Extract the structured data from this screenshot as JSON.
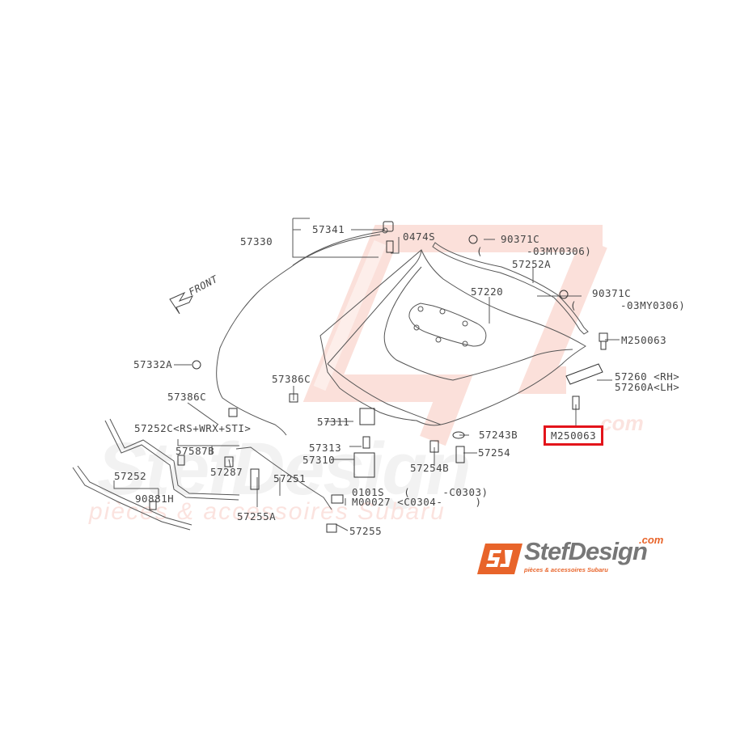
{
  "diagram": {
    "type": "exploded-parts-diagram",
    "subject": "Hood (bonnet) assembly",
    "orientation_label": "FRONT",
    "highlighted_part": "M250063",
    "highlight_color": "#e3141b",
    "watermark_color": "#f6c9c0"
  },
  "labels": {
    "p57341": "57341",
    "p57330": "57330",
    "p0474S": "0474S",
    "p90371C_1": "90371C",
    "p90371C_1_note_open": "(",
    "p90371C_1_note": "-03MY0306)",
    "p57252A": "57252A",
    "p90371C_2": "90371C",
    "p90371C_2_note_open": "(",
    "p90371C_2_note": "-03MY0306)",
    "p57220": "57220",
    "pM250063_top": "M250063",
    "p57260": "57260 <RH>",
    "p57260A": "57260A<LH>",
    "pM250063_hl": "M250063",
    "p57332A": "57332A",
    "p57386C_left": "57386C",
    "p57386C_right": "57386C",
    "p57311": "57311",
    "p57243B": "57243B",
    "p57254": "57254",
    "p57254B": "57254B",
    "p57313": "57313",
    "p57310": "57310",
    "p57252C": "57252C<RS+WRX+STI>",
    "p57587B": "57587B",
    "p57287": "57287",
    "p57251": "57251",
    "p57252": "57252",
    "p90881H": "90881H",
    "p57255A": "57255A",
    "p0101S": "0101S   (     -C0303)",
    "pM00027": "M00027 <C0304-     )",
    "p57255": "57255"
  },
  "watermark": {
    "name": "StefDesign",
    "com": ".com",
    "tagline": "pièces & accessoires Subaru"
  },
  "brand": {
    "logo_letters": "SJ",
    "name": "StefDesign",
    "com": ".com",
    "tagline": "pièces & accessoires Subaru",
    "accent": "#e8642a"
  }
}
